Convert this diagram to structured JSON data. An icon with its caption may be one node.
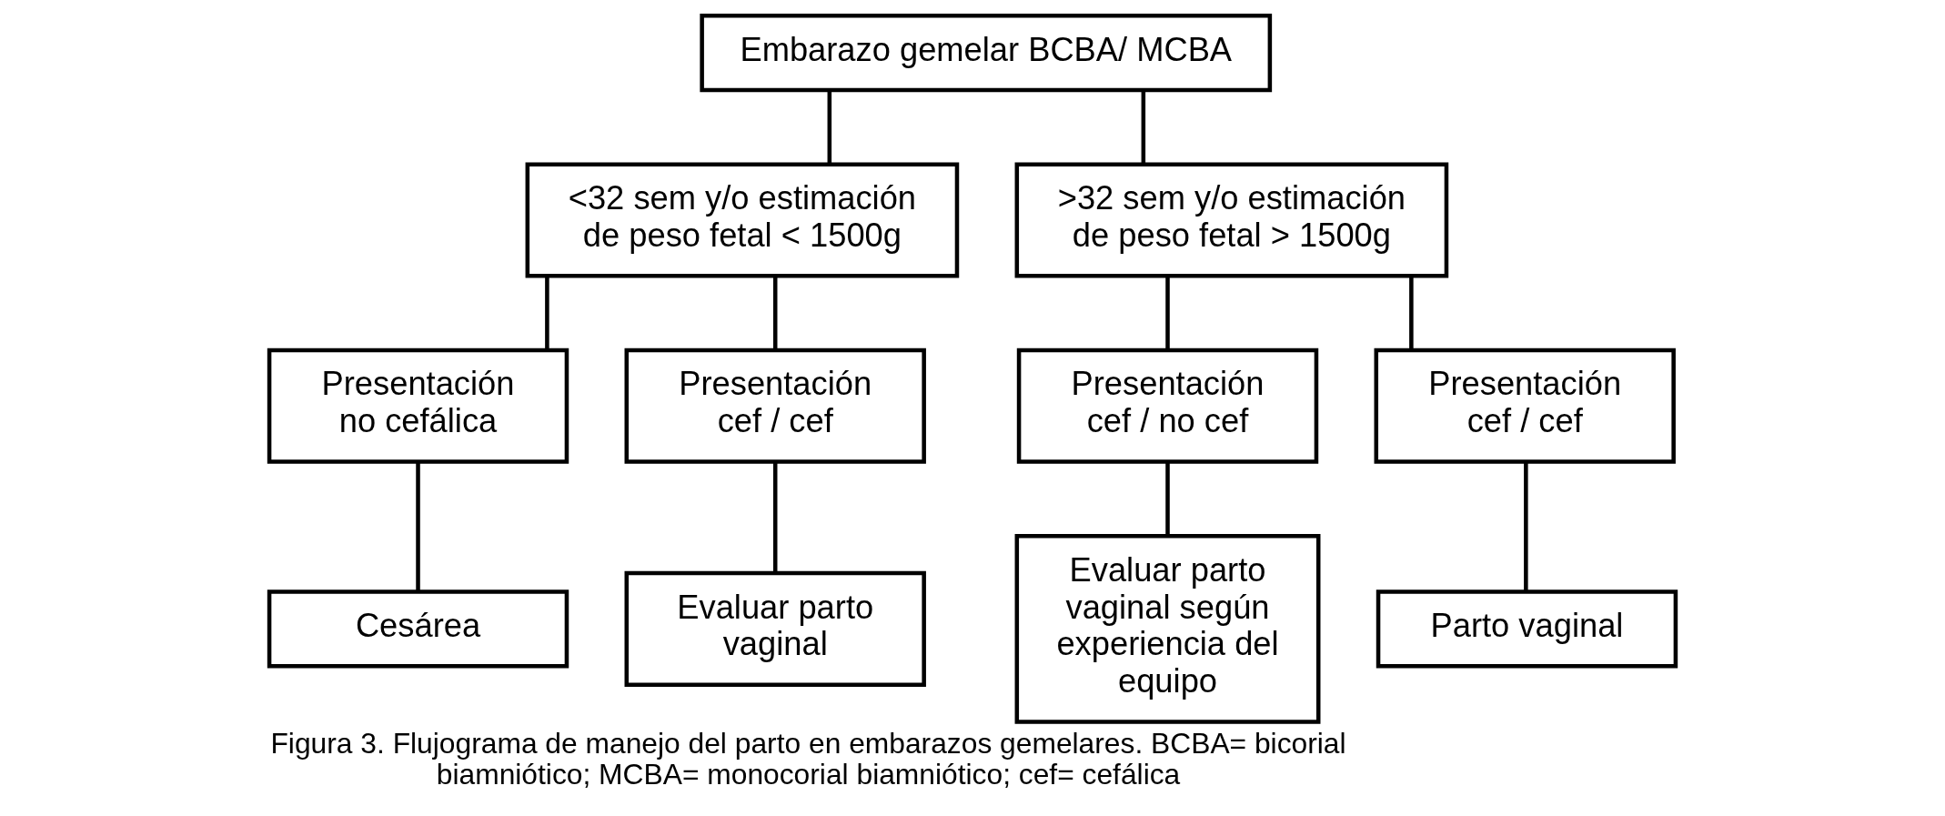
{
  "diagram": {
    "caption": "Figura 3. Flujograma de manejo del parto en embarazos gemelares. BCBA= bicorial biamniótico; MCBA= monocorial biamniótico; cef= cefálica",
    "nodes": [
      {
        "text": [
          "Embarazo gemelar BCBA/ MCBA"
        ]
      },
      {
        "text": [
          "<32 sem y/o estimación de peso fetal < 1500g"
        ]
      },
      {
        "text": [
          ">32 sem y/o estimación de peso fetal > 1500g"
        ]
      },
      {
        "text": [
          "Presentación no cefálica"
        ]
      },
      {
        "text": [
          "Presentación cef / cef"
        ]
      },
      {
        "text": [
          "Presentación cef / no cef"
        ]
      },
      {
        "text": [
          "Presentación cef / cef"
        ]
      },
      {
        "text": [
          "Cesárea"
        ]
      },
      {
        "text": [
          "Evaluar parto vaginal"
        ]
      },
      {
        "text": [
          "Evaluar parto vaginal según experiencia del equipo"
        ]
      },
      {
        "text": [
          "Parto vaginal"
        ]
      }
    ],
    "edges": [
      {
        "from": 0,
        "to": 1,
        "arrow": "none"
      },
      {
        "from": 0,
        "to": 2,
        "arrow": "none"
      },
      {
        "from": 1,
        "to": 3,
        "arrow": "none"
      },
      {
        "from": 1,
        "to": 4,
        "arrow": "none"
      },
      {
        "from": 2,
        "to": 5,
        "arrow": "none"
      },
      {
        "from": 2,
        "to": 6,
        "arrow": "none"
      },
      {
        "from": 3,
        "to": 7,
        "arrow": "none"
      },
      {
        "from": 4,
        "to": 8,
        "arrow": "none"
      },
      {
        "from": 5,
        "to": 9,
        "arrow": "none"
      },
      {
        "from": 6,
        "to": 10,
        "arrow": "none"
      }
    ]
  }
}
